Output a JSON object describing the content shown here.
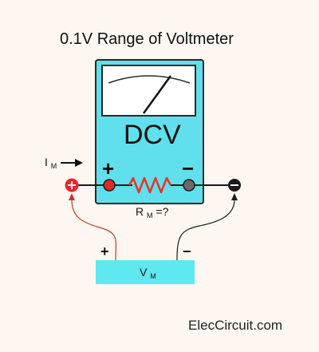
{
  "title": "0.1V Range of Voltmeter",
  "meter": {
    "display_label": "DCV",
    "plus_sign": "+",
    "minus_sign": "−",
    "resistor_label_main": "R",
    "resistor_label_sub": "M",
    "resistor_label_tail": "=?"
  },
  "current_label": {
    "main": "I",
    "sub": "M"
  },
  "source": {
    "label_main": "V",
    "label_sub": "M",
    "plus_sign": "+",
    "minus_sign": "−"
  },
  "watermark": "ElecCircuit.com",
  "colors": {
    "meter_body": "#5fe0ec",
    "meter_border": "#2a2a2a",
    "resistor": "#e8322a",
    "positive_terminal": "#e8262a",
    "negative_terminal": "#6b6b6b",
    "source_fill": "#5fe8f0",
    "wire_red": "#c0392b"
  },
  "icons": [
    "arrow-right-icon",
    "positive-terminal-icon",
    "negative-terminal-icon"
  ]
}
